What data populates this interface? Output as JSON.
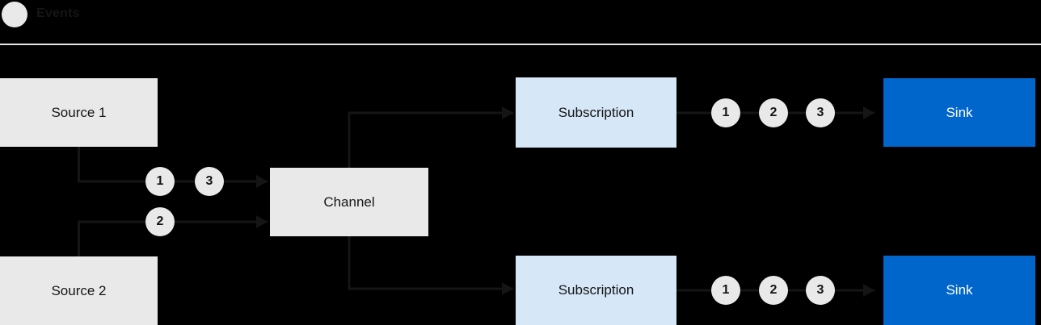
{
  "legend": {
    "label": "Events"
  },
  "nodes": {
    "source1": {
      "label": "Source 1"
    },
    "source2": {
      "label": "Source 2"
    },
    "channel": {
      "label": "Channel"
    },
    "subscription1": {
      "label": "Subscription"
    },
    "subscription2": {
      "label": "Subscription"
    },
    "sink1": {
      "label": "Sink"
    },
    "sink2": {
      "label": "Sink"
    }
  },
  "events": {
    "source1_to_channel": [
      "1",
      "3"
    ],
    "source2_to_channel": [
      "2"
    ],
    "subscription1_to_sink": [
      "1",
      "2",
      "3"
    ],
    "subscription2_to_sink": [
      "1",
      "2",
      "3"
    ]
  },
  "colors": {
    "background": "#000000",
    "node_gray": "#e9e9e9",
    "subscription_lightblue": "#d6e7f8",
    "sink_blue": "#0066cc",
    "line_dark": "#151515",
    "divider": "#e6e6e6",
    "sink_text": "#ffffff"
  }
}
